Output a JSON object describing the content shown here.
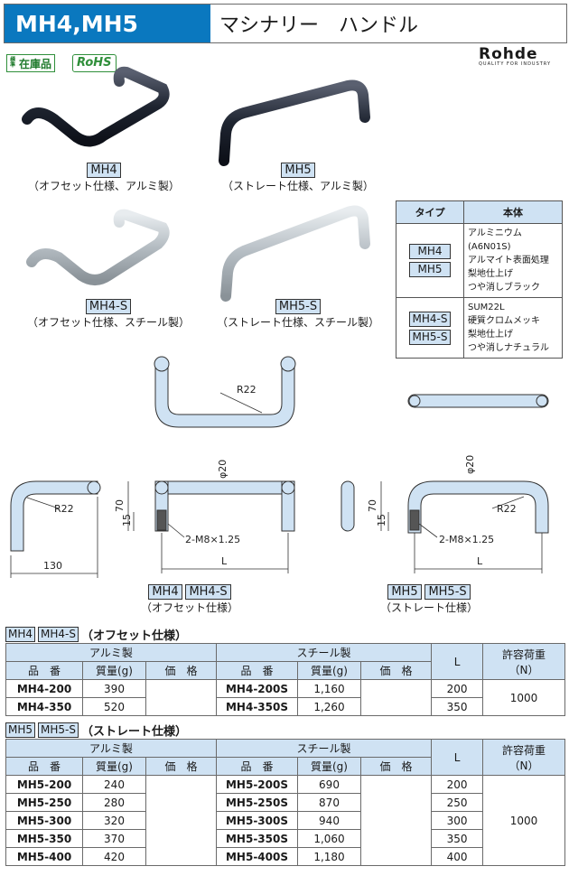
{
  "header": {
    "code": "MH4,MH5",
    "title": "マシナリー　ハンドル"
  },
  "badges": {
    "std_v": "標準",
    "std": "在庫品",
    "rohs": "RoHS"
  },
  "logo": {
    "name": "Rohde",
    "tagline": "QUALITY FOR INDUSTRY"
  },
  "products": [
    {
      "code": "MH4",
      "desc": "（オフセット仕様、アルミ製）"
    },
    {
      "code": "MH5",
      "desc": "（ストレート仕様、アルミ製）"
    },
    {
      "code": "MH4-S",
      "desc": "（オフセット仕様、スチール製）"
    },
    {
      "code": "MH5-S",
      "desc": "（ストレート仕様、スチール製）"
    }
  ],
  "spec": {
    "headers": [
      "タイプ",
      "本体"
    ],
    "rows": [
      {
        "types": [
          "MH4",
          "MH5"
        ],
        "lines": [
          "アルミニウム(A6N01S)",
          "アルマイト表面処理",
          "梨地仕上げ",
          "つや消しブラック"
        ]
      },
      {
        "types": [
          "MH4-S",
          "MH5-S"
        ],
        "lines": [
          "SUM22L",
          "硬質クロムメッキ",
          "梨地仕上げ",
          "つや消しナチュラル"
        ]
      }
    ]
  },
  "drawing": {
    "r22": "R22",
    "phi20": "φ20",
    "d70": "70",
    "d15": "15",
    "d130": "130",
    "thread": "2-M8×1.25",
    "L": "L",
    "left_codes": [
      "MH4",
      "MH4-S"
    ],
    "left_desc": "（オフセット仕様）",
    "right_codes": [
      "MH5",
      "MH5-S"
    ],
    "right_desc": "（ストレート仕様）"
  },
  "table1": {
    "codes": [
      "MH4",
      "MH4-S"
    ],
    "title": "（オフセット仕様）",
    "alu": "アルミ製",
    "steel": "スチール製",
    "L": "L",
    "load": "許容荷重",
    "load_unit": "（N）",
    "sub": [
      "品　番",
      "質量(g)",
      "価　格",
      "品　番",
      "質量(g)",
      "価　格"
    ],
    "rows": [
      {
        "a": "MH4-200",
        "am": "390",
        "s": "MH4-200S",
        "sm": "1,160",
        "L": "200"
      },
      {
        "a": "MH4-350",
        "am": "520",
        "s": "MH4-350S",
        "sm": "1,260",
        "L": "350"
      }
    ],
    "load_value": "1000"
  },
  "table2": {
    "codes": [
      "MH5",
      "MH5-S"
    ],
    "title": "（ストレート仕様）",
    "alu": "アルミ製",
    "steel": "スチール製",
    "L": "L",
    "load": "許容荷重",
    "load_unit": "（N）",
    "sub": [
      "品　番",
      "質量(g)",
      "価　格",
      "品　番",
      "質量(g)",
      "価　格"
    ],
    "rows": [
      {
        "a": "MH5-200",
        "am": "240",
        "s": "MH5-200S",
        "sm": "690",
        "L": "200"
      },
      {
        "a": "MH5-250",
        "am": "280",
        "s": "MH5-250S",
        "sm": "870",
        "L": "250"
      },
      {
        "a": "MH5-300",
        "am": "320",
        "s": "MH5-300S",
        "sm": "940",
        "L": "300"
      },
      {
        "a": "MH5-350",
        "am": "370",
        "s": "MH5-350S",
        "sm": "1,060",
        "L": "350"
      },
      {
        "a": "MH5-400",
        "am": "420",
        "s": "MH5-400S",
        "sm": "1,180",
        "L": "400"
      }
    ],
    "load_value": "1000"
  }
}
